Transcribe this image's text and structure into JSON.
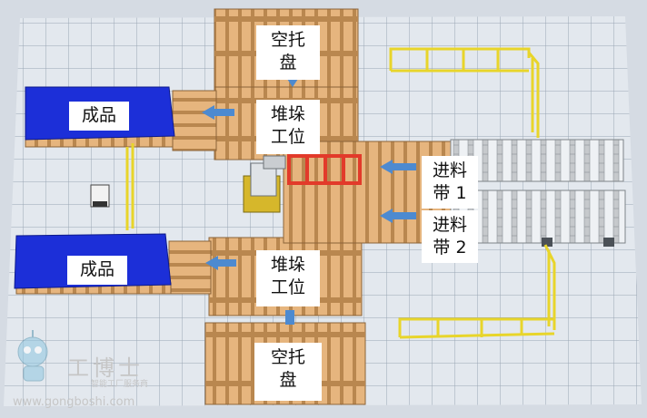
{
  "labels": {
    "empty_pallet_top": {
      "line1": "空托",
      "line2": "盘"
    },
    "finished_top": "成品",
    "stack_station_top": {
      "line1": "堆垛",
      "line2": "工位"
    },
    "infeed_1": {
      "line1": "进料",
      "line2": "带 1"
    },
    "infeed_2": {
      "line1": "进料",
      "line2": "带 2"
    },
    "finished_bottom": "成品",
    "stack_station_bottom": {
      "line1": "堆垛",
      "line2": "工位"
    },
    "empty_pallet_bottom": {
      "line1": "空托",
      "line2": "盘"
    }
  },
  "watermark": {
    "brand": "工博士",
    "sub": "智能工厂服务商",
    "url": "www.gongboshi.com"
  },
  "colors": {
    "floor": "#e3e8ee",
    "grid": "#9aa6b4",
    "pallet": "#e6b57e",
    "pallet_dark": "#b9874f",
    "finished_goods": "#1c2fd8",
    "arrow": "#4d8ad0",
    "conveyor": "#c6c9cc",
    "guard_rail": "#e8d52a",
    "gripper": "#e23a2a",
    "robot_base": "#d6b72b"
  }
}
